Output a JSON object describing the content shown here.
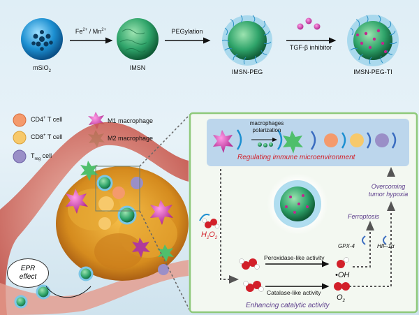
{
  "synthesis": {
    "steps": [
      {
        "label": "mSiO",
        "sub": "2"
      },
      {
        "label": "IMSN"
      },
      {
        "label": "IMSN-PEG"
      },
      {
        "label": "IMSN-PEG-TI"
      }
    ],
    "arrow1_pre": "Fe",
    "arrow1_sup1": "2+",
    "arrow1_mid": " / Mn",
    "arrow1_sup2": "2+",
    "arrow2": "PEGylation",
    "arrow3": "TGF-β inhibitor"
  },
  "legend": {
    "cd4_pre": "CD4",
    "cd4_sup": "+",
    "cd4_post": " T cell",
    "cd8_pre": "CD8",
    "cd8_sup": "+",
    "cd8_post": " T cell",
    "treg_pre": "T",
    "treg_sub": "reg",
    "treg_post": " cell",
    "m1": "M1 macrophage",
    "m2": "M2 macrophage"
  },
  "panel": {
    "polarization_line1": "macrophages",
    "polarization_line2": "polarization",
    "immune_title": "Regulating immune microenvironment",
    "hypoxia_line1": "Overcoming",
    "hypoxia_line2": "tumor hypoxia",
    "ferroptosis": "Ferroptosis",
    "gpx4": "GPX-4",
    "hif": "HIF-1α",
    "peroxidase": "Peroxidase-like activity",
    "catalase": "Catalase-like activity",
    "oh": "•OH",
    "o2": "O",
    "o2_sub": "2",
    "h2o2": "H",
    "h2o2_sub1": "2",
    "h2o2_mid": "O",
    "h2o2_sub2": "2",
    "catalytic_title": "Enhancing catalytic activity"
  },
  "epr": {
    "line1": "EPR",
    "line2": "effect"
  },
  "colors": {
    "panel_border": "#8ec97a",
    "immune_band": "#bcd6ec",
    "title_red": "#d2202a",
    "caption_purple": "#5a3b8a"
  }
}
